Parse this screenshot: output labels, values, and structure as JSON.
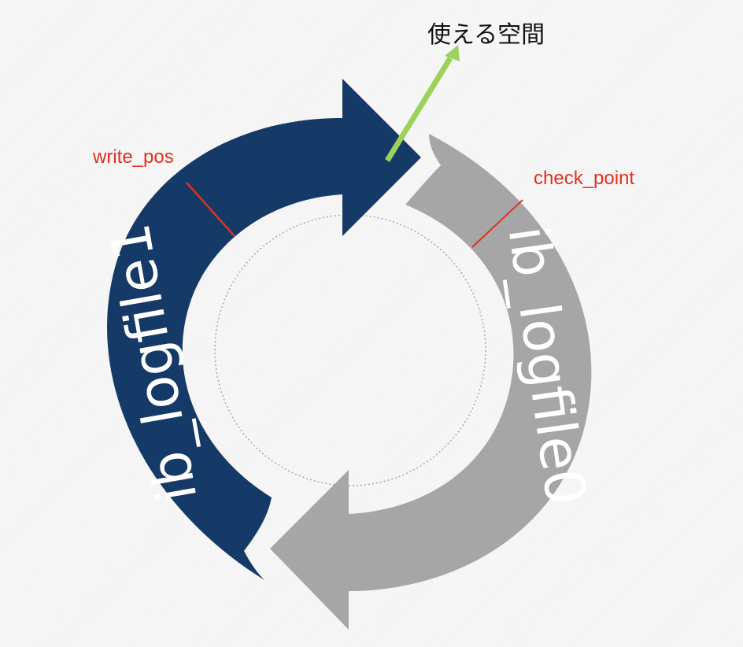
{
  "colors": {
    "logfile1": "#163a68",
    "logfile0": "#a6a6a6",
    "marker": "#e0301e",
    "free_space_arrow": "#9bd25a",
    "dotted_circle": "#a8a8a8",
    "text_dark": "#111111"
  },
  "logfile1_label": "ib_logfile1",
  "logfile0_label": "ib_logfile0",
  "write_pos_label": "write_pos",
  "check_point_label": "check_point",
  "free_space_label": "使える空間"
}
